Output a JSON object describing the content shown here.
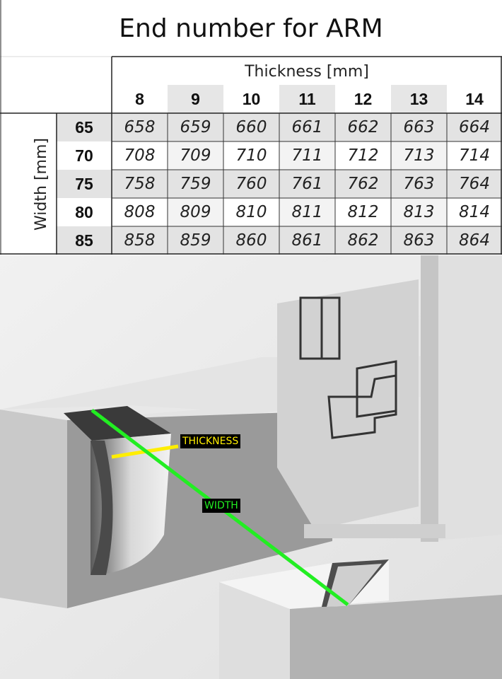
{
  "title": "End number for ARM",
  "thickness_label": "Thickness [mm]",
  "width_label": "Width [mm]",
  "thickness_values": [
    "8",
    "9",
    "10",
    "11",
    "12",
    "13",
    "14"
  ],
  "width_values": [
    "65",
    "70",
    "75",
    "80",
    "85"
  ],
  "rows": [
    [
      "658",
      "659",
      "660",
      "661",
      "662",
      "663",
      "664"
    ],
    [
      "708",
      "709",
      "710",
      "711",
      "712",
      "713",
      "714"
    ],
    [
      "758",
      "759",
      "760",
      "761",
      "762",
      "763",
      "764"
    ],
    [
      "808",
      "809",
      "810",
      "811",
      "812",
      "813",
      "814"
    ],
    [
      "858",
      "859",
      "860",
      "861",
      "862",
      "863",
      "864"
    ]
  ],
  "annotations": {
    "thickness": "THICKNESS",
    "width": "WIDTH"
  },
  "colors": {
    "thickness_line": "#ffee00",
    "width_line": "#22ee22",
    "header_shade": "#e6e6e6",
    "row_shade": "#e3e3e3"
  }
}
